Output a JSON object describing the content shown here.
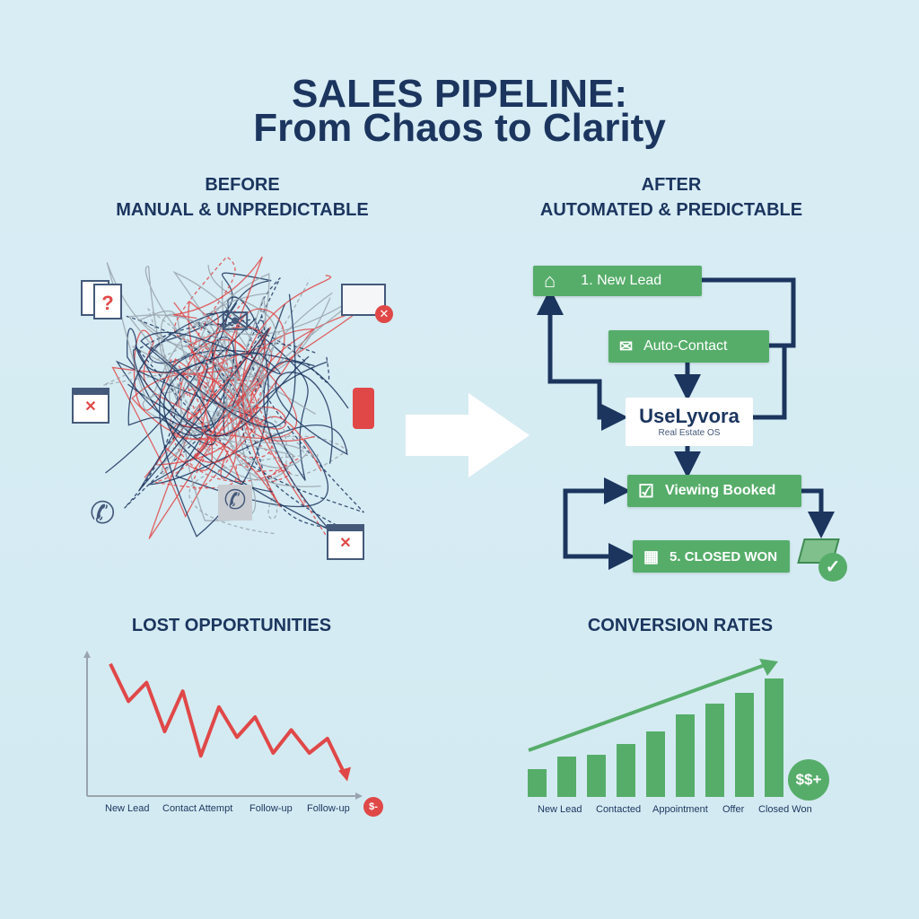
{
  "title": {
    "line1": "SALES PIPELINE:",
    "line2": "From Chaos to Clarity"
  },
  "before": {
    "heading": "BEFORE",
    "subheading": "MANUAL & UNPREDICTABLE"
  },
  "after": {
    "heading": "AFTER",
    "subheading": "AUTOMATED & PREDICTABLE"
  },
  "flow": {
    "step1": "1. New Lead",
    "step2": "Auto-Contact",
    "hub_name": "UseLyvora",
    "hub_tagline": "Real Estate OS",
    "step3": "Viewing Booked",
    "step5": "5. CLOSED WON"
  },
  "colors": {
    "navy": "#1b355e",
    "green": "#56ad6a",
    "red": "#e04848",
    "bg": "#d6ecf3"
  },
  "chart_data": [
    {
      "type": "line",
      "title": "LOST OPPORTUNITIES",
      "categories": [
        "New Lead",
        "Contact Attempt",
        "Follow-up",
        "Follow-up"
      ],
      "values": [
        92,
        66,
        79,
        45,
        73,
        28,
        62,
        41,
        55,
        30,
        46,
        30,
        40,
        14
      ],
      "ylim": [
        0,
        100
      ],
      "badge": "$-",
      "color": "#e04848"
    },
    {
      "type": "bar",
      "title": "CONVERSION RATES",
      "categories": [
        "New Lead",
        "Contacted",
        "Appointment",
        "Offer",
        "Closed Won"
      ],
      "values": [
        31,
        45,
        47,
        59,
        73,
        92,
        104,
        116,
        132
      ],
      "ylim": [
        0,
        140
      ],
      "badge": "$$+",
      "color": "#56ad6a"
    }
  ]
}
